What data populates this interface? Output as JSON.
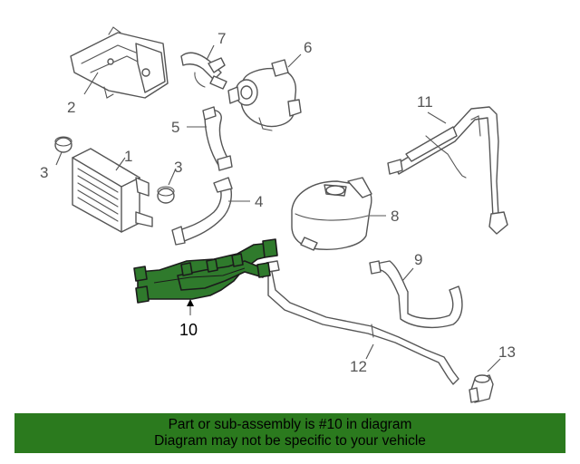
{
  "callouts": {
    "c1": "1",
    "c2": "2",
    "c3a": "3",
    "c3b": "3",
    "c4": "4",
    "c5": "5",
    "c6": "6",
    "c7": "7",
    "c8": "8",
    "c9": "9",
    "c10": "10",
    "c11": "11",
    "c12": "12",
    "c13": "13"
  },
  "highlight_color": "#2b7a1e",
  "banner": {
    "line1": "Part or sub-assembly is #10 in diagram",
    "line2": "Diagram may not be specific to your vehicle"
  }
}
